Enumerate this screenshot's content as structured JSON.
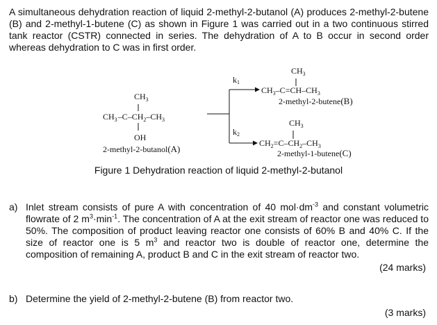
{
  "intro": "A simultaneous dehydration reaction of liquid 2-methyl-2-butanol (A) produces 2-methyl-2-butene (B) and 2-methyl-1-butene (C) as shown in Figure 1 was carried out in a two continuous stirred tank reactor (CSTR) connected in series. The dehydration of A to B occur in second order whereas dehydration to C was in first order.",
  "figure": {
    "reactant": {
      "top_group": "CH",
      "top_sub": "3",
      "chain": [
        "CH",
        "3",
        "C",
        "CH",
        "2",
        "CH",
        "3"
      ],
      "oh": "OH",
      "name": "2-methyl-2-butanol",
      "label": "(A)"
    },
    "k1": "k",
    "k1_sub": "1",
    "k2": "k",
    "k2_sub": "2",
    "product_b": {
      "top_group": "CH",
      "top_sub": "3",
      "left": "CH",
      "left_sub": "3",
      "c": "C",
      "ch": "CH",
      "right": "CH",
      "right_sub": "3",
      "name": "2-methyl-2-butene",
      "label": "(B)"
    },
    "product_c": {
      "top_group": "CH",
      "top_sub": "3",
      "left": "CH",
      "left_sub": "2",
      "c": "C",
      "mid": "CH",
      "mid_sub": "2",
      "right": "CH",
      "right_sub": "3",
      "name": "2-methyl-1-butene",
      "label": "(C)"
    }
  },
  "caption": "Figure 1 Dehydration reaction of liquid 2-methyl-2-butanol",
  "question_a": {
    "label": "a)",
    "text_1": "Inlet stream consists of pure A with concentration of 40 mol·dm",
    "sup_1": "-3",
    "text_2": " and constant volumetric flowrate of 2 m",
    "sup_2": "3",
    "text_3": "·min",
    "sup_3": "-1",
    "text_4": ". The concentration of A at the exit stream of reactor one was reduced to 50%. The composition of product leaving reactor one consists of 60% B and 40% C. If the size of reactor one is 5 m",
    "sup_4": "3",
    "text_5": " and reactor two is double of reactor one, determine the composition of remaining A, product B and C in the exit stream of reactor two.",
    "marks": "(24 marks)"
  },
  "question_b": {
    "label": "b)",
    "text": "Determine the yield of 2-methyl-2-butene (B) from reactor two.",
    "marks": "(3 marks)"
  }
}
